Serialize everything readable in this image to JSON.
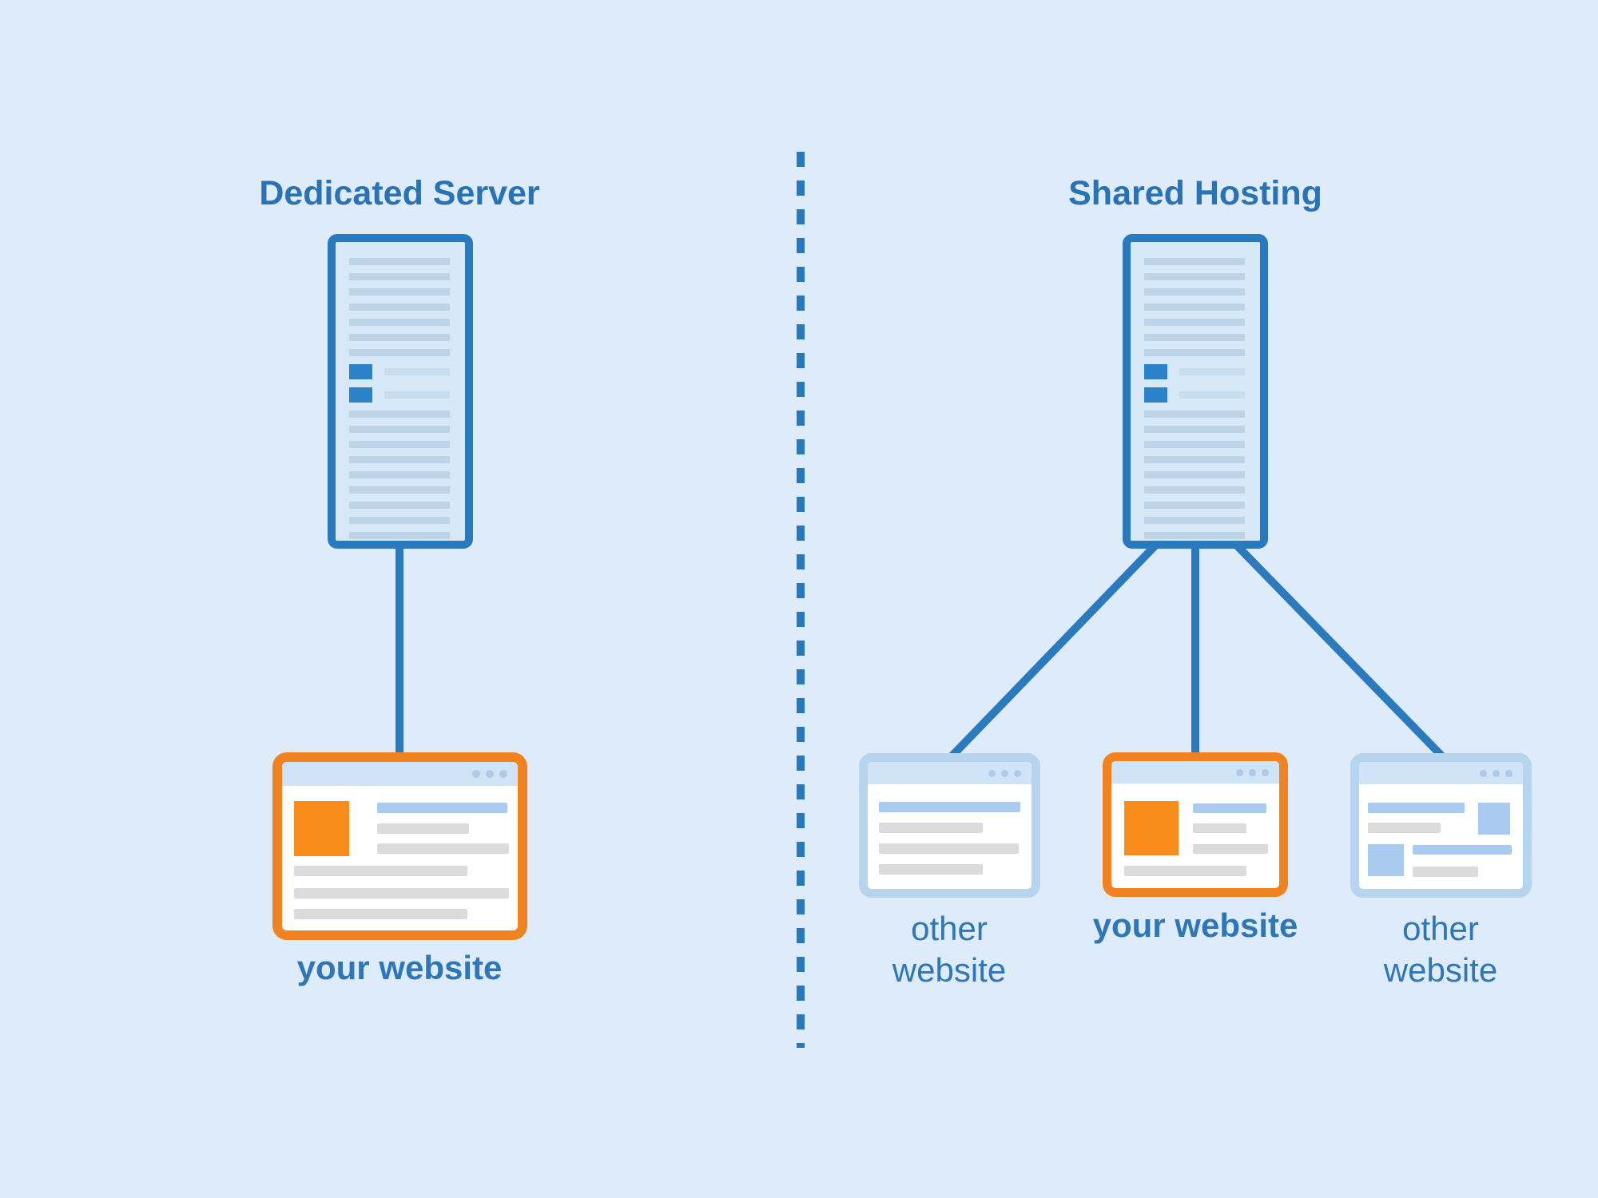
{
  "diagram": {
    "background_color": "#DDEBFA",
    "divider_color": "#2778BC",
    "accent_blue": "#2979BE",
    "accent_orange": "#F0831F",
    "text_blue": "#2A72B6",
    "left": {
      "title": "Dedicated Server",
      "server_icon": "server-tower",
      "website": {
        "label": "your website",
        "highlight": true
      }
    },
    "right": {
      "title": "Shared Hosting",
      "server_icon": "server-tower",
      "websites": [
        {
          "label": "other website",
          "highlight": false
        },
        {
          "label": "your website",
          "highlight": true
        },
        {
          "label": "other website",
          "highlight": false
        }
      ]
    }
  }
}
